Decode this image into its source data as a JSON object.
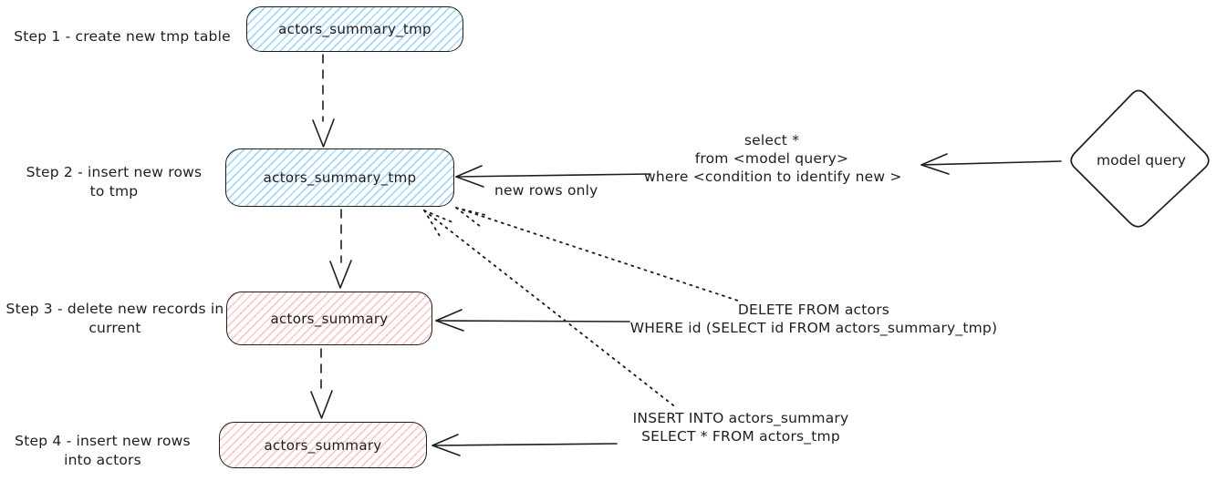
{
  "diagram": {
    "steps": [
      {
        "label_line1": "Step 1 - create new tmp table",
        "label_line2": "",
        "node_label": "actors_summary_tmp"
      },
      {
        "label_line1": "Step 2 - insert new rows",
        "label_line2": "to tmp",
        "node_label": "actors_summary_tmp"
      },
      {
        "label_line1": "Step 3 - delete new records in",
        "label_line2": "current",
        "node_label": "actors_summary"
      },
      {
        "label_line1": "Step 4 - insert new rows",
        "label_line2": "into actors",
        "node_label": "actors_summary"
      }
    ],
    "model_query_node_label": "model query",
    "annotations": {
      "select_query_line1": "select *",
      "select_query_line2": "from <model query>",
      "select_query_line3": "where <condition to identify new >",
      "new_rows_label": "new rows only",
      "delete_query_line1": "DELETE FROM actors",
      "delete_query_line2": "WHERE id (SELECT id FROM actors_summary_tmp)",
      "insert_query_line1": "INSERT INTO actors_summary",
      "insert_query_line2": "SELECT * FROM actors_tmp"
    },
    "colors": {
      "stroke": "#1e1e1e",
      "tmp_table_hatch": "#a5d8ff",
      "current_table_hatch": "#ffc9c9",
      "background": "#ffffff"
    }
  }
}
